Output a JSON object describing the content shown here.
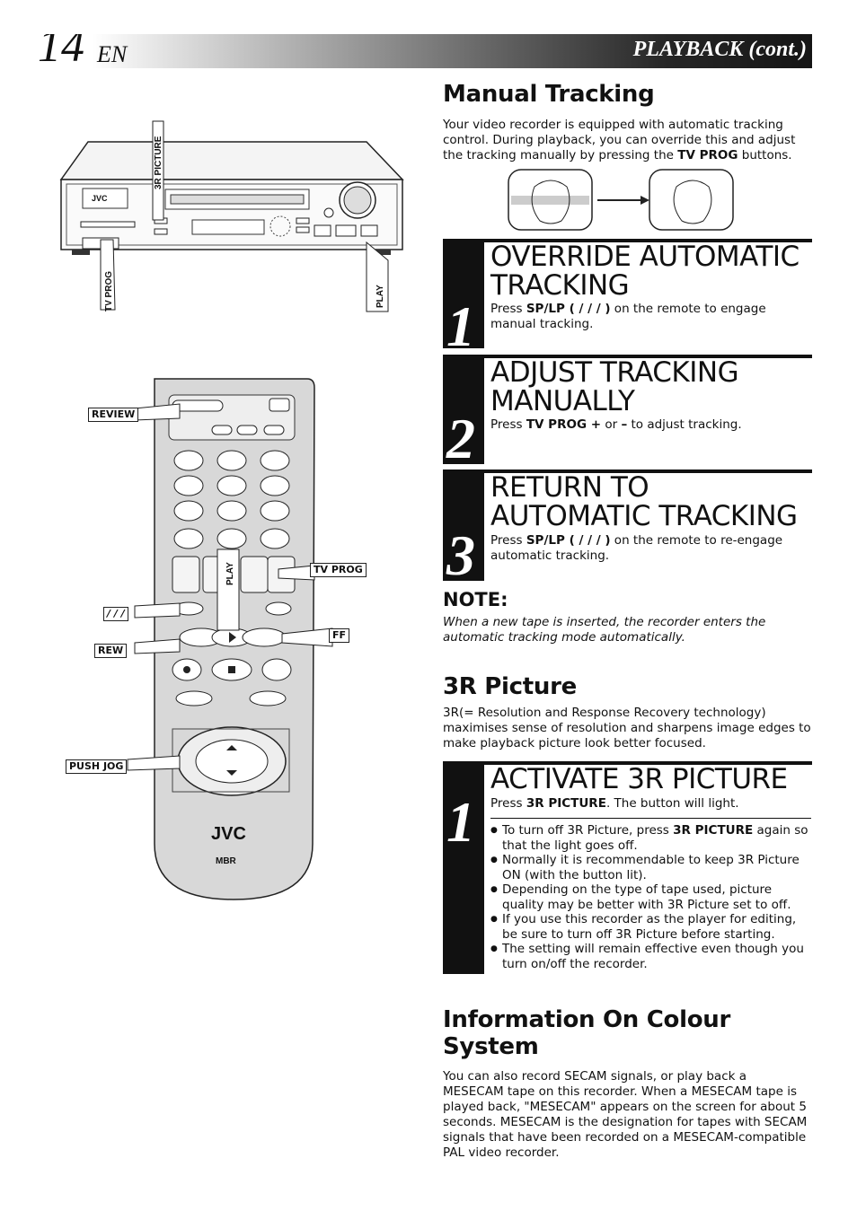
{
  "header": {
    "page_number": "14",
    "lang": "EN",
    "section": "PLAYBACK (cont.)"
  },
  "illustrations": {
    "vcr_labels": {
      "picture_3r": "3R PICTURE",
      "tv_prog": "TV PROG",
      "play": "PLAY",
      "brand": "JVC"
    },
    "remote_labels": {
      "review": "REVIEW",
      "play": "PLAY",
      "tv_prog": "TV PROG",
      "splp": "/ / /",
      "ff": "FF",
      "rew": "REW",
      "push_jog": "PUSH JOG",
      "brand": "JVC",
      "sub_brand": "MBR"
    }
  },
  "manual_tracking": {
    "title": "Manual Tracking",
    "intro_1": "Your video recorder is equipped with automatic tracking control. During playback, you can override this and adjust the tracking manually by pressing the ",
    "intro_bold": "TV PROG",
    "intro_2": " buttons.",
    "steps": [
      {
        "num": "1",
        "title": "OVERRIDE AUTOMATIC TRACKING",
        "text_1": "Press ",
        "bold": "SP/LP ( / / / )",
        "text_2": " on the remote to engage manual tracking."
      },
      {
        "num": "2",
        "title": "ADJUST TRACKING MANUALLY",
        "text_1": "Press ",
        "bold": "TV PROG +",
        "text_2": " or ",
        "bold_2": "–",
        "text_3": " to adjust tracking."
      },
      {
        "num": "3",
        "title": "RETURN TO AUTOMATIC TRACKING",
        "text_1": "Press ",
        "bold": "SP/LP ( / / / )",
        "text_2": " on the remote to re-engage automatic tracking."
      }
    ],
    "note_title": "NOTE:",
    "note_text": "When a new tape is inserted, the recorder enters the automatic tracking mode automatically."
  },
  "picture_3r": {
    "title": "3R Picture",
    "intro": "3R(= Resolution and Response Recovery technology) maximises sense of resolution and sharpens image edges to make playback picture look better focused.",
    "step": {
      "num": "1",
      "title": "ACTIVATE 3R PICTURE",
      "text_1": "Press ",
      "bold": "3R PICTURE",
      "text_2": ". The button will light."
    },
    "bullets": [
      {
        "t1": "To turn off 3R Picture, press ",
        "b": "3R PICTURE",
        "t2": " again so that the light goes off."
      },
      {
        "t1": "Normally it is recommendable to keep 3R Picture ON (with the button lit).",
        "b": "",
        "t2": ""
      },
      {
        "t1": "Depending on the type of tape used, picture quality may be better with 3R Picture set to off.",
        "b": "",
        "t2": ""
      },
      {
        "t1": "If you use this recorder as the player for editing, be sure to turn off 3R Picture before starting.",
        "b": "",
        "t2": ""
      },
      {
        "t1": "The setting will remain effective even though you turn on/off the recorder.",
        "b": "",
        "t2": ""
      }
    ]
  },
  "colour_system": {
    "title": "Information On Colour System",
    "text": "You can also record SECAM signals, or play back a MESECAM tape on this recorder. When a MESECAM tape is played back, \"MESECAM\" appears on the screen for about 5 seconds. MESECAM is the designation for tapes with SECAM signals that have been recorded on a MESECAM-compatible PAL video recorder."
  }
}
